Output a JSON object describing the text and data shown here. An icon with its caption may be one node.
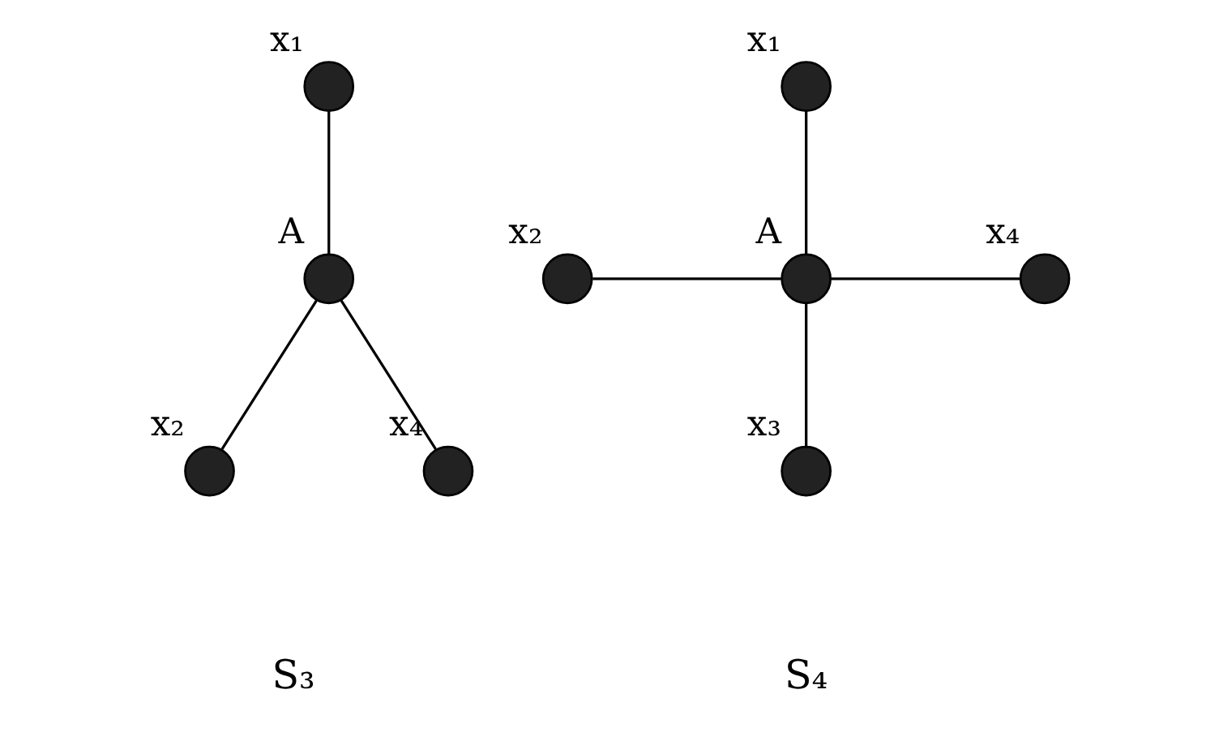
{
  "diagram": {
    "nodes": [
      {
        "text": [],
        "shape": "circle",
        "beside": [
          "x₁"
        ]
      },
      {
        "text": [],
        "shape": "circle",
        "beside": [
          "A"
        ]
      },
      {
        "text": [],
        "shape": "circle",
        "beside": [
          "x₂"
        ]
      },
      {
        "text": [],
        "shape": "circle",
        "beside": [
          "x₄"
        ]
      },
      {
        "text": [],
        "shape": "circle",
        "beside": [
          "x₁"
        ]
      },
      {
        "text": [],
        "shape": "circle",
        "beside": [
          "x₂"
        ]
      },
      {
        "text": [],
        "shape": "circle",
        "beside": [
          "A"
        ]
      },
      {
        "text": [],
        "shape": "circle",
        "beside": [
          "x₄"
        ]
      },
      {
        "text": [],
        "shape": "circle",
        "beside": [
          "x₃"
        ]
      }
    ],
    "edges": [
      {
        "from": 0,
        "to": 1,
        "arrow": "none"
      },
      {
        "from": 1,
        "to": 2,
        "arrow": "none"
      },
      {
        "from": 1,
        "to": 3,
        "arrow": "none"
      },
      {
        "from": 4,
        "to": 6,
        "arrow": "none"
      },
      {
        "from": 5,
        "to": 6,
        "arrow": "none"
      },
      {
        "from": 6,
        "to": 7,
        "arrow": "none"
      },
      {
        "from": 6,
        "to": 8,
        "arrow": "none"
      }
    ],
    "labels": [
      "S₃",
      "S₄"
    ]
  }
}
